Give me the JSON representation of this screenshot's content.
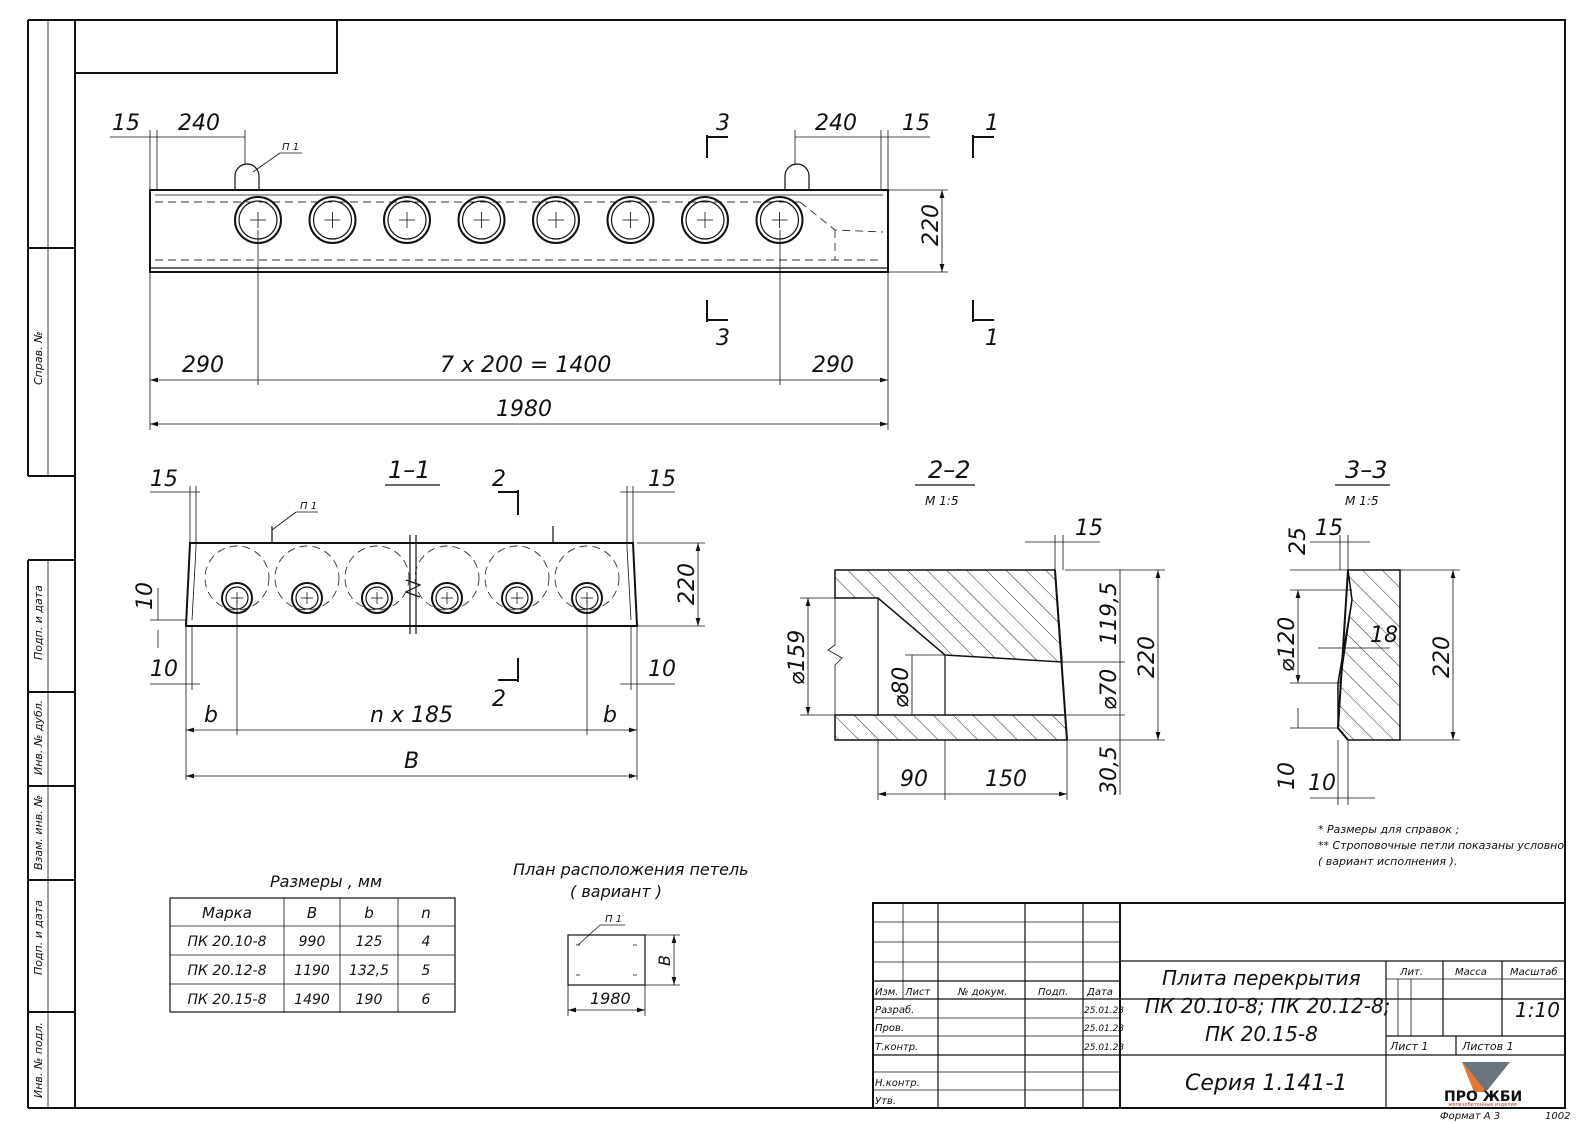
{
  "side_stamp": {
    "sprav": "Справ. №",
    "podp_data_1": "Подп. и дата",
    "inv_dubl": "Инв. № дубл.",
    "vzam_inv": "Взам. инв. №",
    "podp_data_2": "Подп. и дата",
    "inv_podl": "Инв. № подл."
  },
  "main_view": {
    "dim_15_left": "15",
    "dim_240_left": "240",
    "dim_240_right": "240",
    "dim_15_right": "15",
    "loop_label": "П 1",
    "section_3": "3",
    "section_1": "1",
    "dim_220": "220",
    "dim_290_left": "290",
    "dim_pitch": "7 x 200 = 1400",
    "dim_290_right": "290",
    "dim_total": "1980"
  },
  "section_1_1": {
    "title": "1–1",
    "mark_2": "2",
    "dim_15_left": "15",
    "dim_15_right": "15",
    "loop_label": "П 1",
    "dim_220": "220",
    "dim_10_a": "10",
    "dim_10_b": "10",
    "dim_10_c": "10",
    "dim_b_left": "b",
    "dim_n185": "n x 185",
    "dim_b_right": "b",
    "dim_B": "B"
  },
  "section_2_2": {
    "title": "2–2",
    "scale": "М 1:5",
    "dim_15": "15",
    "dim_119_5": "119,5",
    "dim_220": "220",
    "dim_d159": "⌀159",
    "dim_d80": "⌀80",
    "dim_d70": "⌀70",
    "dim_30_5": "30,5",
    "dim_90": "90",
    "dim_150": "150"
  },
  "section_3_3": {
    "title": "3–3",
    "scale": "М 1:5",
    "dim_25": "25",
    "dim_15": "15",
    "dim_d120": "⌀120",
    "dim_18": "18",
    "dim_220": "220",
    "dim_10_a": "10",
    "dim_10_b": "10"
  },
  "notes": [
    "* Размеры для справок ;",
    "** Строповочные петли показаны условно",
    "( вариант исполнения )."
  ],
  "sizes_table": {
    "caption": "Размеры , мм",
    "headers": [
      "Марка",
      "B",
      "b",
      "n"
    ],
    "rows": [
      [
        "ПК 20.10-8",
        "990",
        "125",
        "4"
      ],
      [
        "ПК 20.12-8",
        "1190",
        "132,5",
        "5"
      ],
      [
        "ПК 20.15-8",
        "1490",
        "190",
        "6"
      ]
    ]
  },
  "loop_plan": {
    "title_1": "План расположения петель",
    "title_2": "( вариант )",
    "label": "П 1",
    "dim_B": "B",
    "dim_1980": "1980"
  },
  "title_block": {
    "col_izm": "Изм.",
    "col_list": "Лист",
    "col_dokum": "№ докум.",
    "col_podp": "Подп.",
    "col_data": "Дата",
    "row_razrab": "Разраб.",
    "row_prov": "Пров.",
    "row_tkontr": "Т.контр.",
    "row_nkontr": "Н.контр.",
    "row_utv": "Утв.",
    "date_1": "25.01.23",
    "date_2": "25.01.23",
    "date_3": "25.01.23",
    "name_line1": "Плита перекрытия",
    "name_line2": "ПК 20.10-8; ПК 20.12-8;",
    "name_line3": "ПК 20.15-8",
    "series": "Серия  1.141-1",
    "lit": "Лит.",
    "massa": "Масса",
    "masshtab": "Масштаб",
    "scale_value": "1:10",
    "list": "Лист 1",
    "listov": "Листов 1",
    "logo_text": "ПРО ЖБИ",
    "logo_sub": "железобетонные изделия",
    "format": "Формат А 3",
    "code": "1002"
  },
  "colors": {
    "logo_orange": "#e8772a",
    "logo_gray": "#6b7580",
    "logo_red": "#c0392b"
  }
}
